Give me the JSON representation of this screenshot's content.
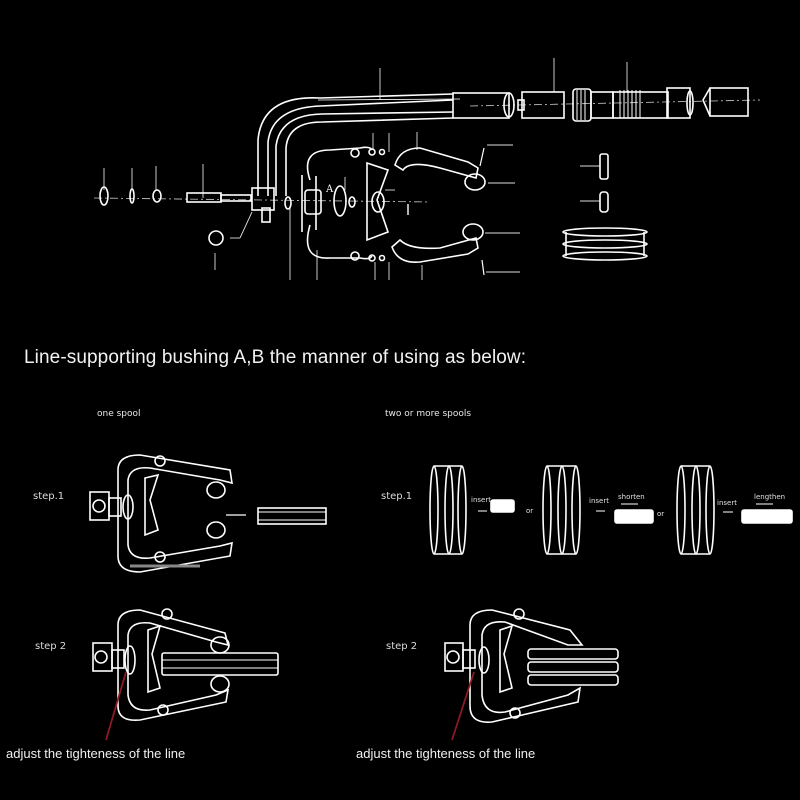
{
  "heading": "Line-supporting bushing A,B the manner of using as below:",
  "panels": {
    "left": {
      "title": "one spool",
      "step1_label": "step.1",
      "step2_label": "step 2",
      "caption": "adjust the tighteness of the line"
    },
    "right": {
      "title": "two or more spools",
      "step1_label": "step.1",
      "step2_label": "step 2",
      "caption": "adjust the tighteness of the line",
      "options": [
        {
          "action": "insert",
          "modifier": ""
        },
        {
          "action": "insert",
          "modifier": "shorten"
        },
        {
          "action": "insert",
          "modifier": "lengthen"
        }
      ],
      "separator": "or"
    }
  },
  "colors": {
    "background": "#000000",
    "line_art": "#ffffff",
    "pointer": "#8b1a24"
  }
}
